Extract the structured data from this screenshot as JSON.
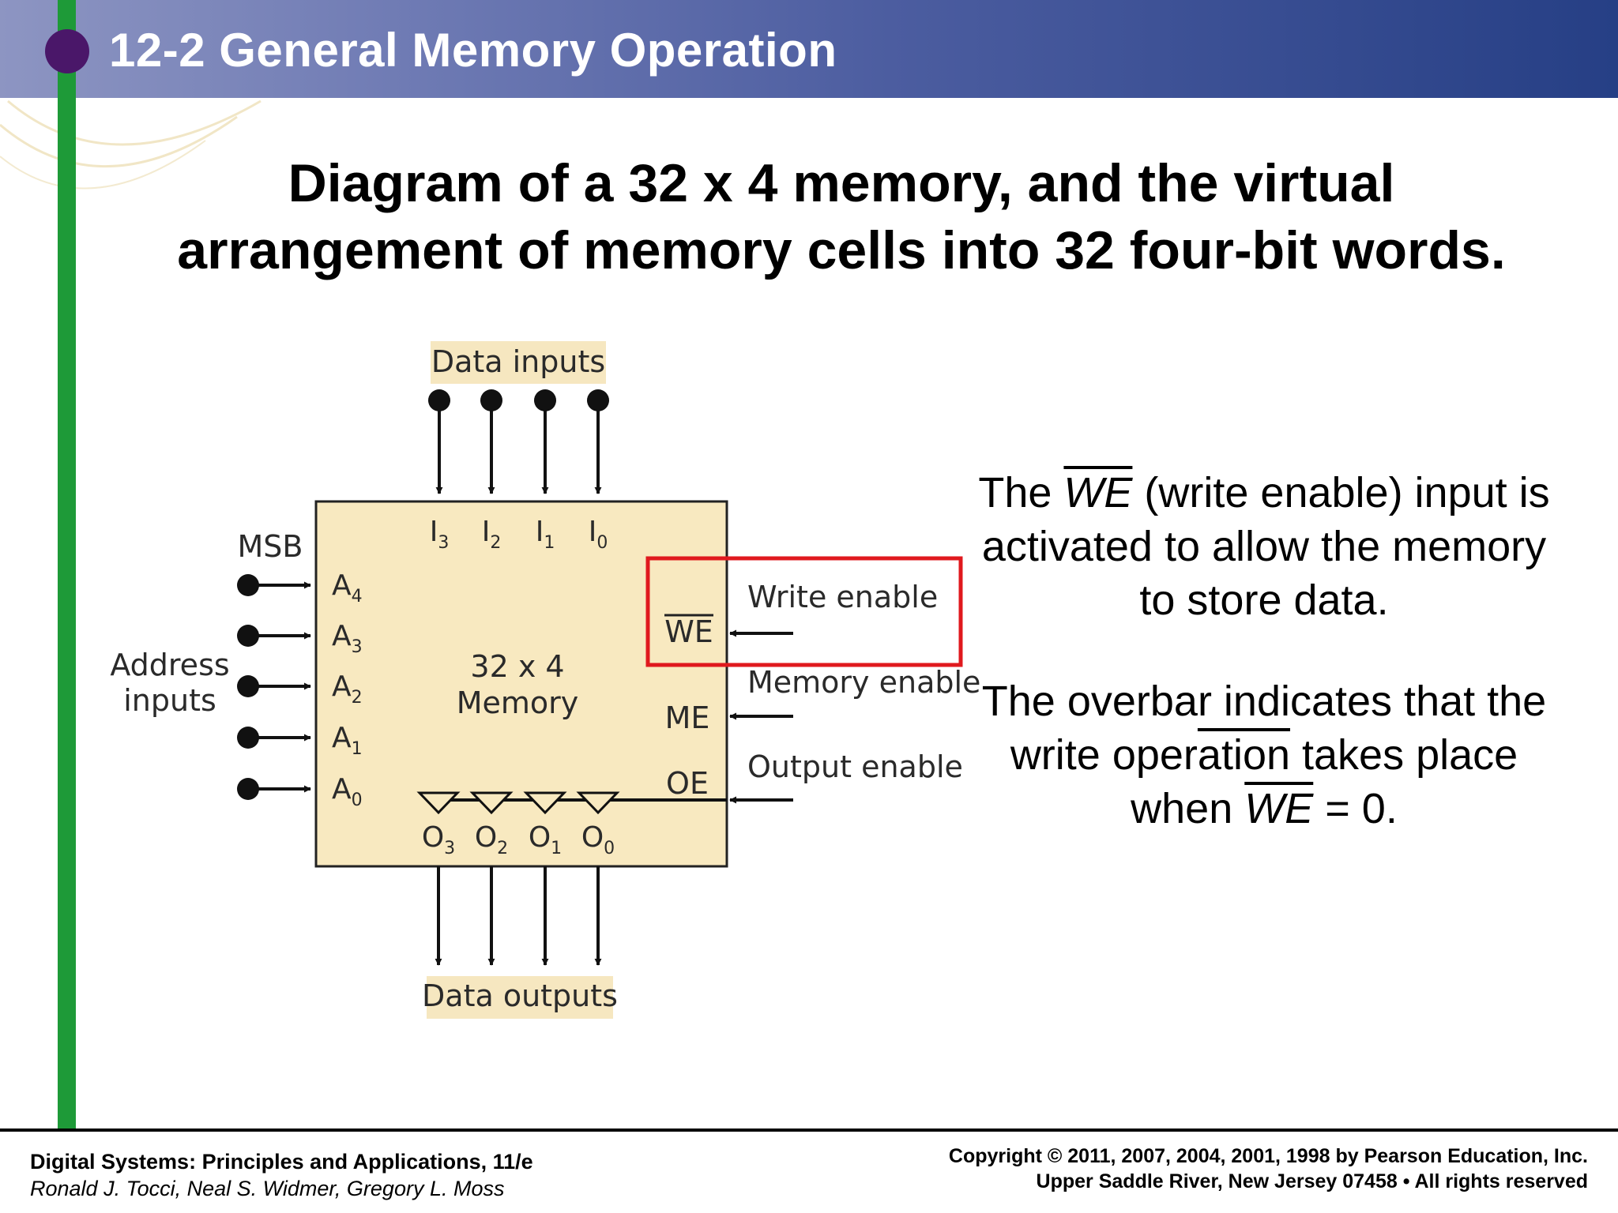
{
  "header": {
    "title": "12-2 General Memory Operation"
  },
  "slide": {
    "title_line1": "Diagram of a 32 x 4 memory, and the virtual",
    "title_line2": "arrangement of memory cells into 32 four-bit words."
  },
  "diagram": {
    "data_inputs_label": "Data inputs",
    "data_outputs_label": "Data outputs",
    "msb_label": "MSB",
    "address_label_line1": "Address",
    "address_label_line2": "inputs",
    "chip_label_line1": "32 x 4",
    "chip_label_line2": "Memory",
    "input_pins": [
      {
        "main": "I",
        "sub": "3"
      },
      {
        "main": "I",
        "sub": "2"
      },
      {
        "main": "I",
        "sub": "1"
      },
      {
        "main": "I",
        "sub": "0"
      }
    ],
    "address_pins": [
      {
        "main": "A",
        "sub": "4"
      },
      {
        "main": "A",
        "sub": "3"
      },
      {
        "main": "A",
        "sub": "2"
      },
      {
        "main": "A",
        "sub": "1"
      },
      {
        "main": "A",
        "sub": "0"
      }
    ],
    "output_pins": [
      {
        "main": "O",
        "sub": "3"
      },
      {
        "main": "O",
        "sub": "2"
      },
      {
        "main": "O",
        "sub": "1"
      },
      {
        "main": "O",
        "sub": "0"
      }
    ],
    "control_pins": [
      {
        "pin": "WE",
        "label": "Write enable"
      },
      {
        "pin": "ME",
        "label": "Memory enable"
      },
      {
        "pin": "OE",
        "label": "Output enable"
      }
    ],
    "colors": {
      "chip_fill": "#f8e9c0",
      "label_highlight": "#f6e7c0",
      "callout_border": "#e0191e"
    }
  },
  "notes": {
    "p1_before": "The ",
    "p1_we": "WE",
    "p1_after": " (write enable) input is activated to allow the memory to store data.",
    "p2_before": "The overbar indicates that the write oper",
    "p2_overbar": "ation",
    "p2_mid": " takes place when ",
    "p2_we": "WE",
    "p2_after": " = 0."
  },
  "footer": {
    "book_title": "Digital Systems: Principles and Applications, 11/e",
    "authors": "Ronald J. Tocci, Neal S. Widmer, Gregory L. Moss",
    "copyright_line1": "Copyright © 2011, 2007, 2004, 2001, 1998  by Pearson Education, Inc.",
    "copyright_line2": "Upper Saddle River, New Jersey 07458 • All rights reserved"
  }
}
